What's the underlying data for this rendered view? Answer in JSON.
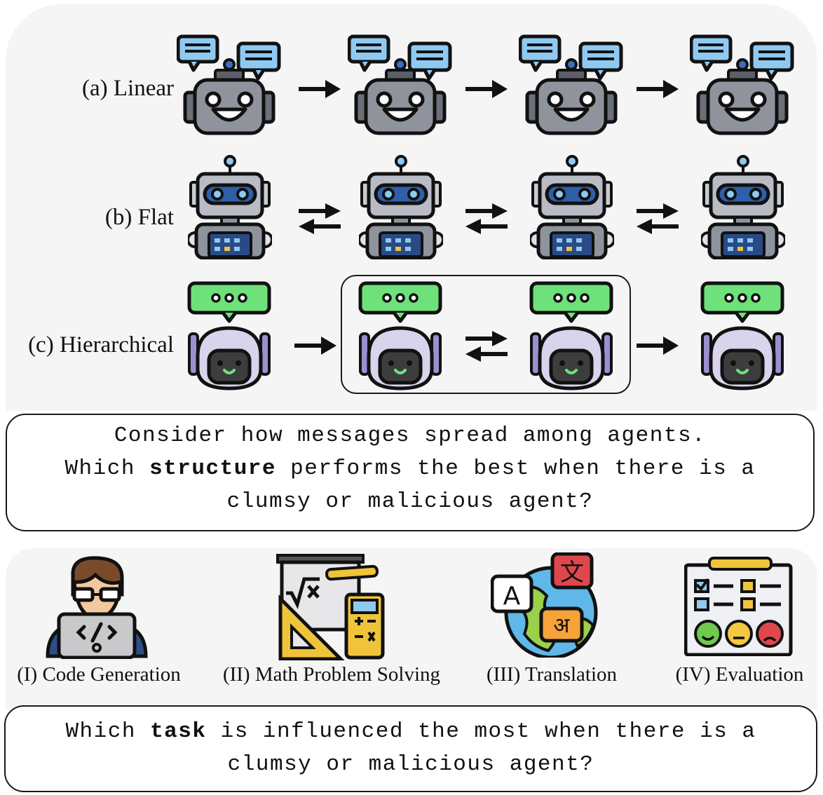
{
  "structures": {
    "linear_label": "(a) Linear",
    "flat_label": "(b) Flat",
    "hierarchical_label": "(c) Hierarchical"
  },
  "question1": {
    "line1": "Consider how messages spread among agents.",
    "line2_before": "Which ",
    "line2_bold": "structure",
    "line2_after": " performs the best when there is a",
    "line3": "clumsy or malicious agent?"
  },
  "tasks": [
    {
      "label": "(I) Code Generation",
      "icon": "programmer-icon"
    },
    {
      "label": "(II) Math Problem Solving",
      "icon": "math-board-icon"
    },
    {
      "label": "(III) Translation",
      "icon": "translation-globe-icon"
    },
    {
      "label": "(IV) Evaluation",
      "icon": "evaluation-checklist-icon"
    }
  ],
  "question2": {
    "line1_before": "Which ",
    "line1_bold": "task",
    "line1_after": " is influenced the most when there is a",
    "line2": "clumsy or malicious agent?"
  },
  "colors": {
    "robot_gray": "#8e939c",
    "speech_blue": "#8ec9f2",
    "visor_blue": "#2f5fa8",
    "speech_green": "#6ee17a",
    "helmet_lilac": "#d9d3ec",
    "panel_bg": "#f5f5f5"
  }
}
